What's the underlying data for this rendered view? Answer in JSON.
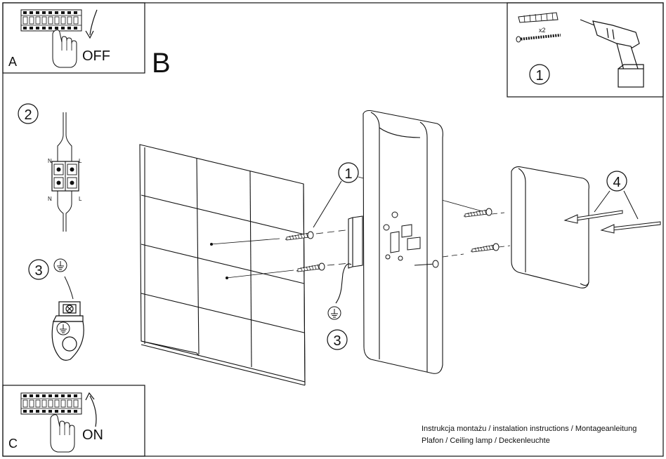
{
  "panels": {
    "a": {
      "letter": "A",
      "caption": "OFF"
    },
    "c": {
      "letter": "C",
      "caption": "ON"
    },
    "main": {
      "letter": "B"
    }
  },
  "steps": {
    "one": "1",
    "two": "2",
    "three": "3",
    "four": "4"
  },
  "tools": {
    "quantity": "x2"
  },
  "wiring": {
    "neutral": "N",
    "live": "L"
  },
  "footer": {
    "line1": "Instrukcja montażu / instalation instructions / Montageanleitung",
    "line2": "Plafon / Ceiling lamp / Deckenleuchte"
  },
  "icons": [
    "earth-ground-icon",
    "drill-icon",
    "wall-plug-icon",
    "screw-icon",
    "hand-icon",
    "circuit-breaker-icon",
    "terminal-block-icon"
  ]
}
